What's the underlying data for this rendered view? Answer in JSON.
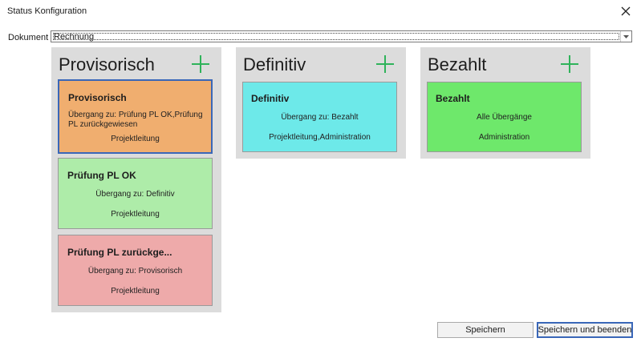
{
  "window": {
    "title": "Status Konfiguration"
  },
  "document": {
    "label": "Dokument",
    "value": "Rechnung"
  },
  "columns": [
    {
      "title": "Provisorisch",
      "cards": [
        {
          "name": "Provisorisch",
          "transition": "Übergang zu: Prüfung PL OK,Prüfung PL zurückgewiesen",
          "role": "Projektleitung",
          "color": "#f0ae6f"
        },
        {
          "name": "Prüfung PL OK",
          "transition": "Übergang zu: Definitiv",
          "role": "Projektleitung",
          "color": "#aeeca9"
        },
        {
          "name": "Prüfung PL zurückge...",
          "transition": "Übergang zu: Provisorisch",
          "role": "Projektleitung",
          "color": "#eeaaaa"
        }
      ]
    },
    {
      "title": "Definitiv",
      "cards": [
        {
          "name": "Definitiv",
          "transition": "Übergang zu: Bezahlt",
          "role": "Projektleitung,Administration",
          "color": "#6de9e9"
        }
      ]
    },
    {
      "title": "Bezahlt",
      "cards": [
        {
          "name": "Bezahlt",
          "transition": "Alle Übergänge",
          "role": "Administration",
          "color": "#6ee86b"
        }
      ]
    }
  ],
  "buttons": {
    "save": "Speichern",
    "save_close": "Speichern und beenden"
  },
  "colors": {
    "accent": "#3a67b8",
    "add_icon": "#2fb35a",
    "column_bg": "#dcdcdc"
  },
  "icons": {
    "close": "close-icon",
    "add": "plus-icon",
    "dropdown": "chevron-down-icon"
  }
}
